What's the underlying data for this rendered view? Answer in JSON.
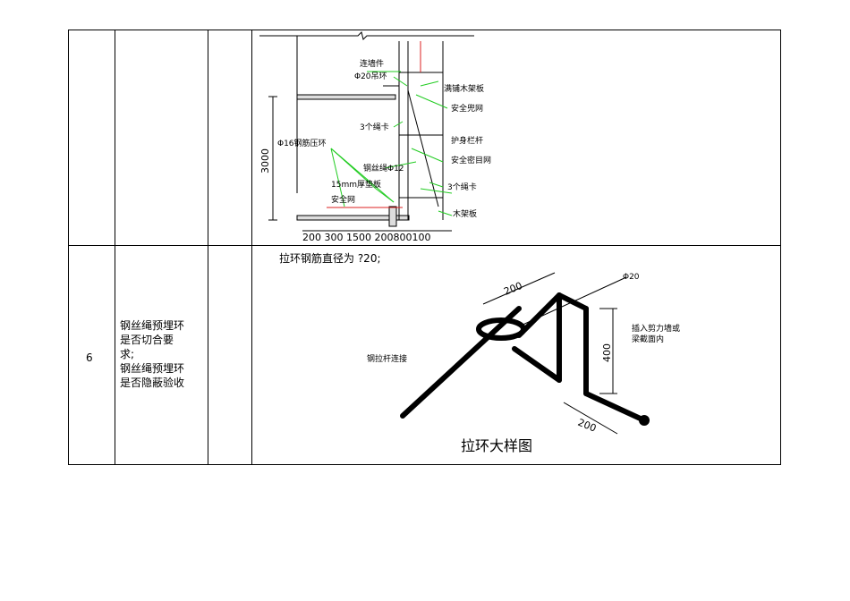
{
  "rows": [
    {
      "index": "",
      "item": [],
      "drawing": {
        "labels": {
          "lianqiang": "连墙件",
          "phi20": "Φ20吊环",
          "pujiao": "满铺木架板",
          "anquan_net": "安全兜网",
          "shengka3": "3个绳卡",
          "phi16": "Φ16钢筋压环",
          "husheng": "护身栏杆",
          "anquan_mi": "安全密目网",
          "gangsi": "钢丝绳Φ12",
          "mm15": "15mm厚垫板",
          "anquan_jian": "安全网",
          "shengka3b": "3个绳卡",
          "mujia": "木架板",
          "height": "3000",
          "dims": "200 300    1500   200800100"
        }
      }
    },
    {
      "index": "6",
      "item": [
        "钢丝绳预埋环",
        "是否切合要",
        "求;",
        "钢丝绳预埋环",
        "是否隐蔽验收"
      ],
      "drawing": {
        "note": "拉环钢筋直径为  ?20;",
        "title": "拉环大样图",
        "dim_top": "200",
        "dim_side": "400",
        "dim_bottom": "200",
        "label_left": "钢拉杆连接",
        "label_right_1": "插入剪力墙或",
        "label_right_2": "梁截面内",
        "label_top": "Φ20"
      }
    }
  ]
}
